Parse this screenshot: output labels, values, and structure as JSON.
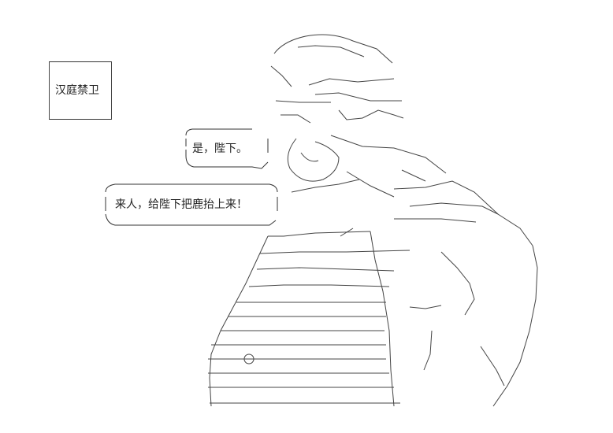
{
  "title_box": {
    "text": "汉庭禁卫"
  },
  "bubble_1": {
    "text": "是，陛下。"
  },
  "bubble_2": {
    "text": "来人，给陛下把鹿抬上来！"
  }
}
